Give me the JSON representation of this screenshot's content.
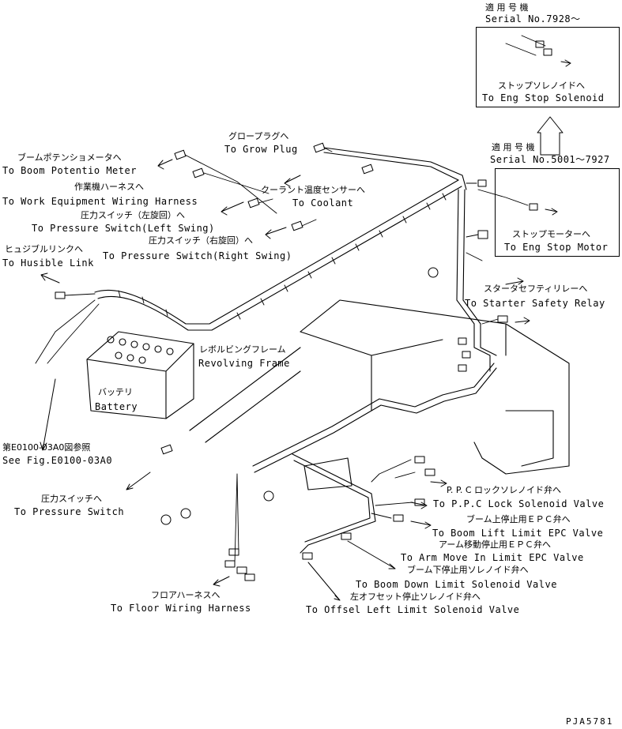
{
  "serial_top": {
    "heading_jp": "適 用 号 機",
    "serial": "Serial No.7928〜",
    "solenoid_jp": "ストップソレノイドへ",
    "solenoid_en": "To Eng Stop Solenoid"
  },
  "serial_mid": {
    "heading_jp": "適 用 号 機",
    "serial": "Serial No.5001〜7927",
    "motor_jp": "ストップモーターへ",
    "motor_en": "To Eng Stop Motor"
  },
  "labels": {
    "grow_plug_jp": "グロープラグへ",
    "grow_plug_en": "To Grow Plug",
    "boom_potentio_jp": "ブームポテンショメータへ",
    "boom_potentio_en": "To Boom Potentio Meter",
    "work_harness_jp": "作業機ハーネスへ",
    "work_harness_en": "To Work Equipment Wiring Harness",
    "coolant_jp": "クーラント温度センサーへ",
    "coolant_en": "To Coolant",
    "ps_left_jp": "圧力スイッチ（左旋回）へ",
    "ps_left_en": "To Pressure Switch(Left Swing)",
    "ps_right_jp": "圧力スイッチ（右旋回）へ",
    "ps_right_en": "To Pressure Switch(Right Swing)",
    "husible_jp": "ヒュジブルリンクへ",
    "husible_en": "To Husible Link",
    "starter_jp": "スタータセフティリレーへ",
    "starter_en": "To Starter Safety Relay",
    "revolving_jp": "レボルビングフレーム",
    "revolving_en": "Revolving Frame",
    "battery_jp": "バッテリ",
    "battery_en": "Battery",
    "see_fig_jp": "第E0100-03A0図参照",
    "see_fig_en": "See Fig.E0100-03A0",
    "ps_jp": "圧力スイッチへ",
    "ps_en": "To Pressure Switch",
    "ppc_jp": "P. P. C ロックソレノイド弁へ",
    "ppc_en": "To P.P.C Lock Solenoid Valve",
    "boom_lift_jp": "ブーム上停止用ＥＰＣ弁へ",
    "boom_lift_en": "To Boom Lift Limit EPC Valve",
    "arm_move_jp": "アーム移動停止用ＥＰＣ弁へ",
    "arm_move_en": "To Arm Move In Limit EPC Valve",
    "boom_down_jp": "ブーム下停止用ソレノイド弁へ",
    "boom_down_en": "To Boom Down Limit Solenoid Valve",
    "floor_jp": "フロアハーネスへ",
    "floor_en": "To Floor Wiring Harness",
    "offset_jp": "左オフセット停止ソレノイド弁へ",
    "offset_en": "To Offsel Left Limit Solenoid Valve"
  },
  "drawing_code": "PJA5781"
}
